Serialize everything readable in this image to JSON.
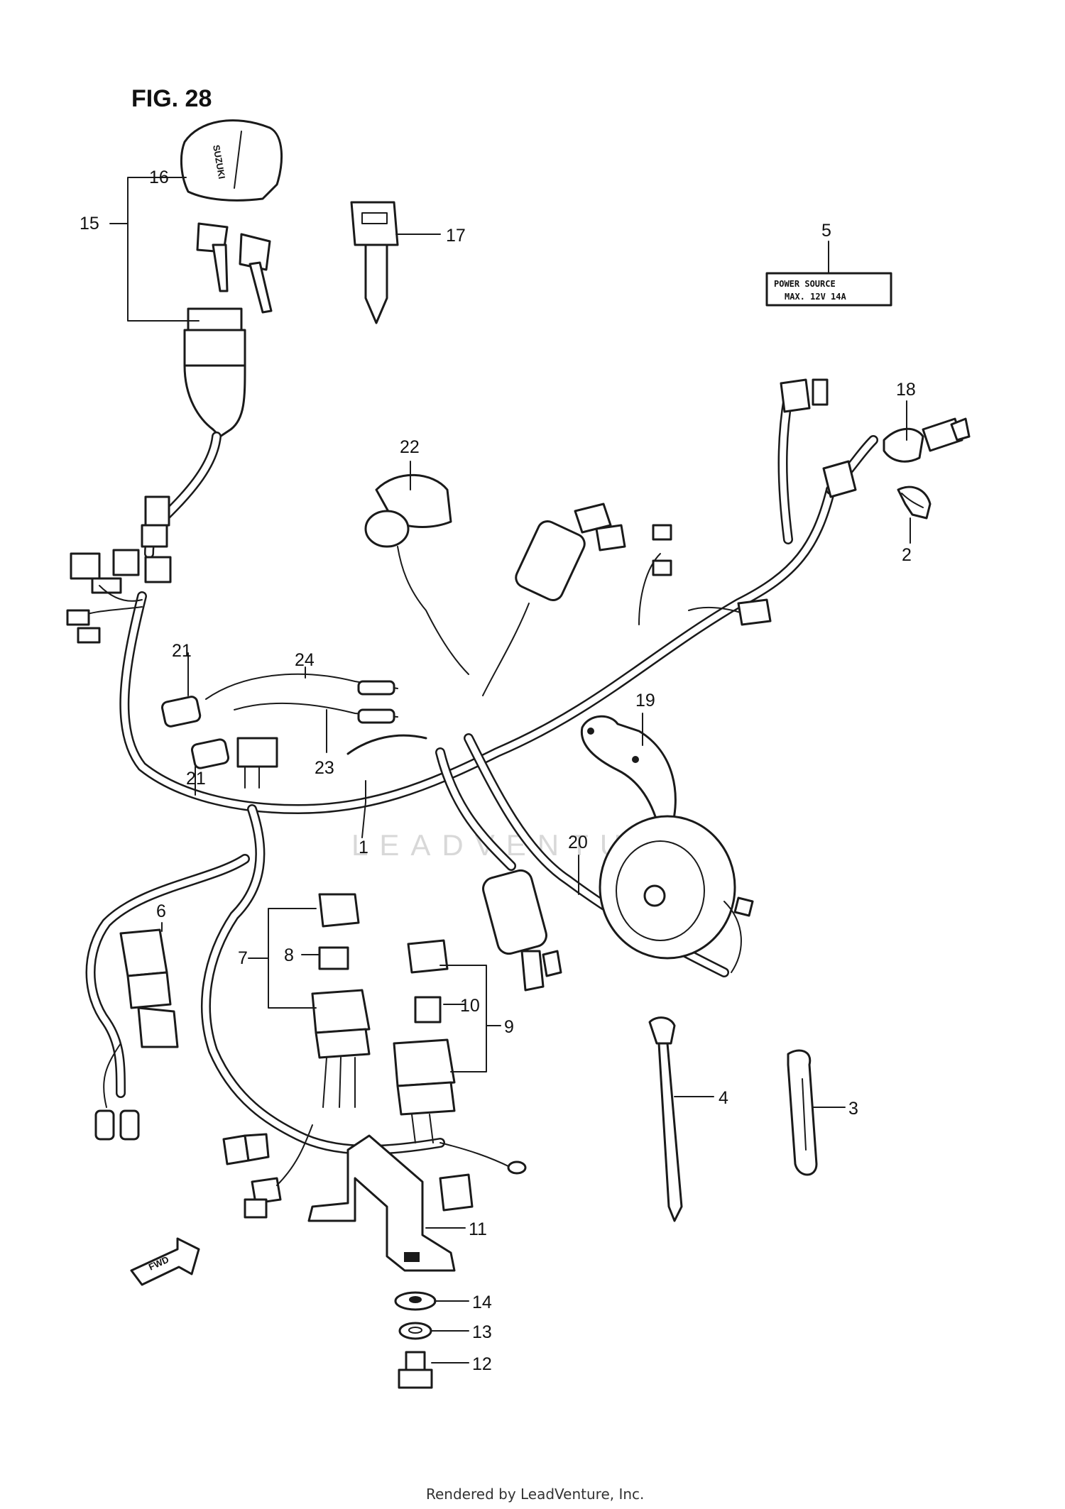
{
  "figure": {
    "title": "FIG. 28"
  },
  "callouts": [
    "1",
    "2",
    "3",
    "4",
    "5",
    "6",
    "7",
    "8",
    "9",
    "10",
    "11",
    "12",
    "13",
    "14",
    "15",
    "16",
    "17",
    "18",
    "19",
    "20",
    "21",
    "21",
    "22",
    "23",
    "24"
  ],
  "labels": {
    "power_source_line1": "POWER  SOURCE",
    "power_source_line2": "MAX.  12V 14A",
    "cap_brand": "SUZUKI",
    "fwd_arrow": "FWD"
  },
  "watermark": "LEADVENTURE",
  "footer": "Rendered by LeadVenture, Inc."
}
